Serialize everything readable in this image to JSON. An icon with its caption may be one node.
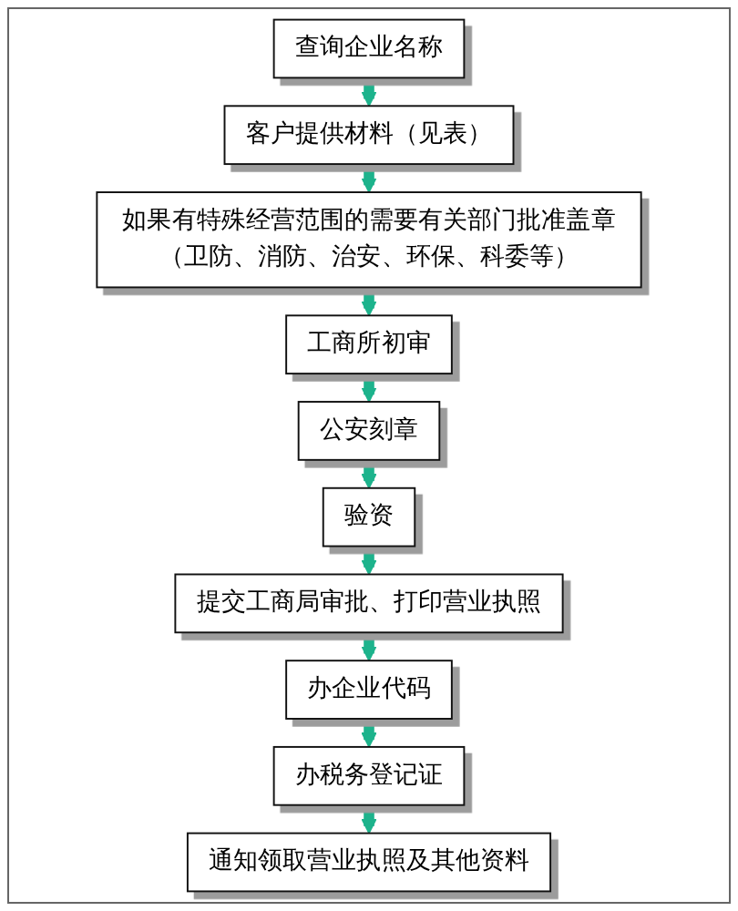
{
  "diagram": {
    "nodes": [
      {
        "text": [
          "查询企业名称"
        ]
      },
      {
        "text": [
          "客户提供材料（见表）"
        ]
      },
      {
        "text": [
          "如果有特殊经营范围的需要有关部门批准盖章（卫防、消防、治安、环保、科委等）"
        ]
      },
      {
        "text": [
          "工商所初审"
        ]
      },
      {
        "text": [
          "公安刻章"
        ]
      },
      {
        "text": [
          "验资"
        ]
      },
      {
        "text": [
          "提交工商局审批、打印营业执照"
        ]
      },
      {
        "text": [
          "办企业代码"
        ]
      },
      {
        "text": [
          "办税务登记证"
        ]
      },
      {
        "text": [
          "通知领取营业执照及其他资料"
        ]
      }
    ],
    "edges": [
      {
        "from": 0,
        "to": 1,
        "arrow": "to"
      },
      {
        "from": 1,
        "to": 2,
        "arrow": "to"
      },
      {
        "from": 2,
        "to": 3,
        "arrow": "to"
      },
      {
        "from": 3,
        "to": 4,
        "arrow": "to"
      },
      {
        "from": 4,
        "to": 5,
        "arrow": "to"
      },
      {
        "from": 5,
        "to": 6,
        "arrow": "to"
      },
      {
        "from": 6,
        "to": 7,
        "arrow": "to"
      },
      {
        "from": 7,
        "to": 8,
        "arrow": "to"
      },
      {
        "from": 8,
        "to": 9,
        "arrow": "to"
      }
    ]
  }
}
